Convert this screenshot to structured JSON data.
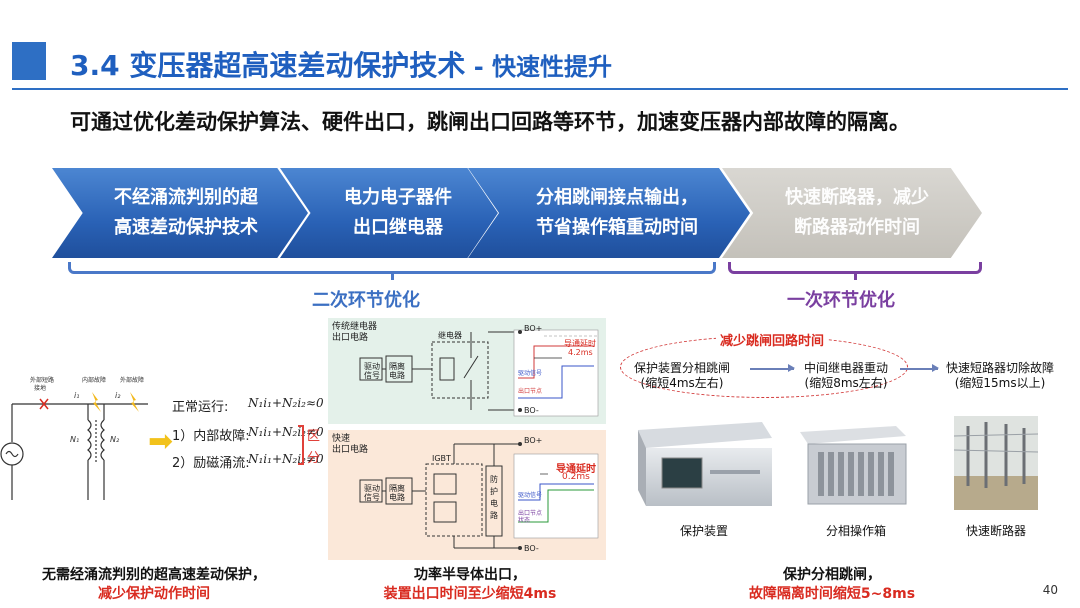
{
  "header": {
    "title_main": "3.4 变压器超高速差动保护技术",
    "title_sep": " - ",
    "title_sub": "快速性提升"
  },
  "lead": "可通过优化差动保护算法、硬件出口，跳闸出口回路等环节，加速变压器内部故障的隔离。",
  "process": {
    "steps": [
      {
        "line1": "不经涌流判别的超",
        "line2": "高速差动保护技术"
      },
      {
        "line1": "电力电子器件",
        "line2": "出口继电器"
      },
      {
        "line1": "分相跳闸接点输出，",
        "line2": "节省操作箱重动时间"
      },
      {
        "line1": "快速断路器，减少",
        "line2": "断路器动作时间"
      }
    ],
    "secondary_label": "二次环节优化",
    "primary_label": "一次环节优化"
  },
  "left": {
    "circuit_labels": [
      "外部短路",
      "接地",
      "i₁",
      "内部故障",
      "i₂",
      "外部故障",
      "N₁",
      "N₂"
    ],
    "equations": [
      {
        "label": "正常运行:",
        "eq": "N₁i₁+N₂i₂≈0"
      },
      {
        "label": "1）内部故障:",
        "eq": "N₁i₁+N₂i₂≠0"
      },
      {
        "label": "2）励磁涌流:",
        "eq": "N₁i₁+N₂i₂≠0"
      }
    ],
    "distinguish_top": "区",
    "distinguish_bottom": "分",
    "caption_line1": "无需经涌流判别的超高速差动保护，",
    "caption_line2": "减少保护动作时间"
  },
  "middle": {
    "traditional": {
      "title_line1": "传统继电器",
      "title_line2": "出口电路",
      "drive": "驱动\n信号",
      "isolate": "隔离\n电路",
      "relay": "继电器",
      "bo_plus": "BO+",
      "bo_minus": "BO-",
      "delay_label": "导通延时",
      "delay_value": "4.2ms",
      "drive_sig": "驱动信号",
      "out_sig": "出口节点"
    },
    "fast": {
      "title_line1": "快速",
      "title_line2": "出口电路",
      "drive": "驱动\n信号",
      "isolate": "隔离\n电路",
      "igbt": "IGBT",
      "protect": "防护电路",
      "bo_plus": "BO+",
      "bo_minus": "BO-",
      "delay_label": "导通延时",
      "delay_value": "0.2ms",
      "drive_sig": "驱动信号",
      "out_sig": "出口节点\n状态"
    },
    "caption_line1": "功率半导体出口，",
    "caption_line2": "装置出口时间至少缩短4ms"
  },
  "right": {
    "ellipse_title": "减少跳闸回路时间",
    "flow": [
      {
        "line1": "保护装置分相跳闸",
        "line2": "(缩短4ms左右)"
      },
      {
        "line1": "中间继电器重动",
        "line2": "(缩短8ms左右)"
      },
      {
        "line1": "快速短路器切除故障",
        "line2": "(缩短15ms以上)"
      }
    ],
    "photos": [
      "保护装置",
      "分相操作箱",
      "快速断路器"
    ],
    "caption_line1": "保护分相跳闸，",
    "caption_line2": "故障隔离时间缩短5~8ms"
  },
  "page_number": "40",
  "colors": {
    "accent": "#2e6fc4",
    "title": "#1f5fbf",
    "red": "#d92b20",
    "purple": "#7a3fa0"
  }
}
